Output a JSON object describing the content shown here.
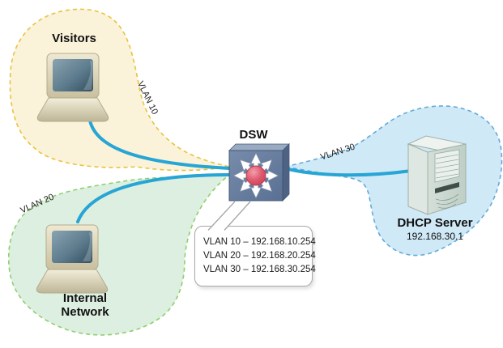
{
  "nodes": {
    "visitors": {
      "label": "Visitors",
      "icon": "desktop-computer-icon"
    },
    "internal_network": {
      "label_line1": "Internal",
      "label_line2": "Network",
      "icon": "desktop-computer-icon"
    },
    "dhcp_server": {
      "label": "DHCP Server",
      "ip": "192.168.30.1",
      "icon": "server-tower-icon"
    },
    "switch": {
      "label": "DSW",
      "icon": "multilayer-switch-icon"
    }
  },
  "links": {
    "vlan10": {
      "label": "VLAN 10"
    },
    "vlan20": {
      "label": "VLAN 20"
    },
    "vlan30": {
      "label": "VLAN 30"
    }
  },
  "callout": {
    "lines": [
      "VLAN 10 – 192.168.10.254",
      "VLAN 20 – 192.168.20.254",
      "VLAN 30 – 192.168.30.254"
    ]
  },
  "colors": {
    "visitors_cloud_fill": "#faf3d9",
    "visitors_cloud_border": "#e9c23d",
    "internal_cloud_fill": "#ddefe1",
    "internal_cloud_border": "#8ed06d",
    "dhcp_cloud_fill": "#cfe9f7",
    "dhcp_cloud_border": "#64aada",
    "link_line": "#27a5d4",
    "switch_front": "#67809f",
    "switch_ball": "#dd4f64",
    "callout_border": "#a8a8a8",
    "label_text": "#111111"
  }
}
